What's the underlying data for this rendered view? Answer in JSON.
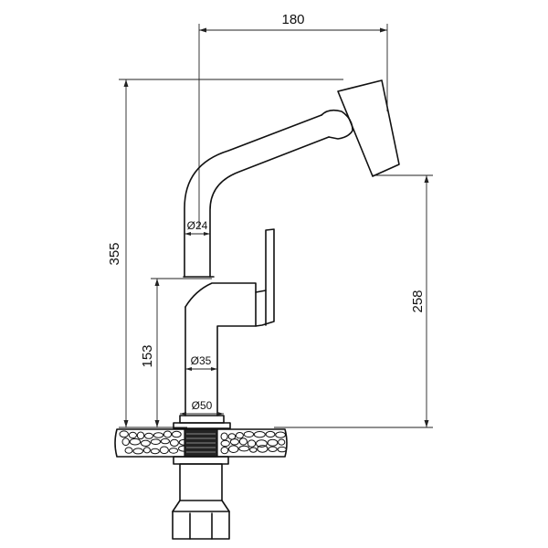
{
  "dimensions": {
    "spout_reach": "180",
    "total_height": "355",
    "outlet_height": "258",
    "lever_height": "153",
    "spout_diameter": "Ø24",
    "body_diameter": "Ø35",
    "base_diameter": "Ø50"
  }
}
